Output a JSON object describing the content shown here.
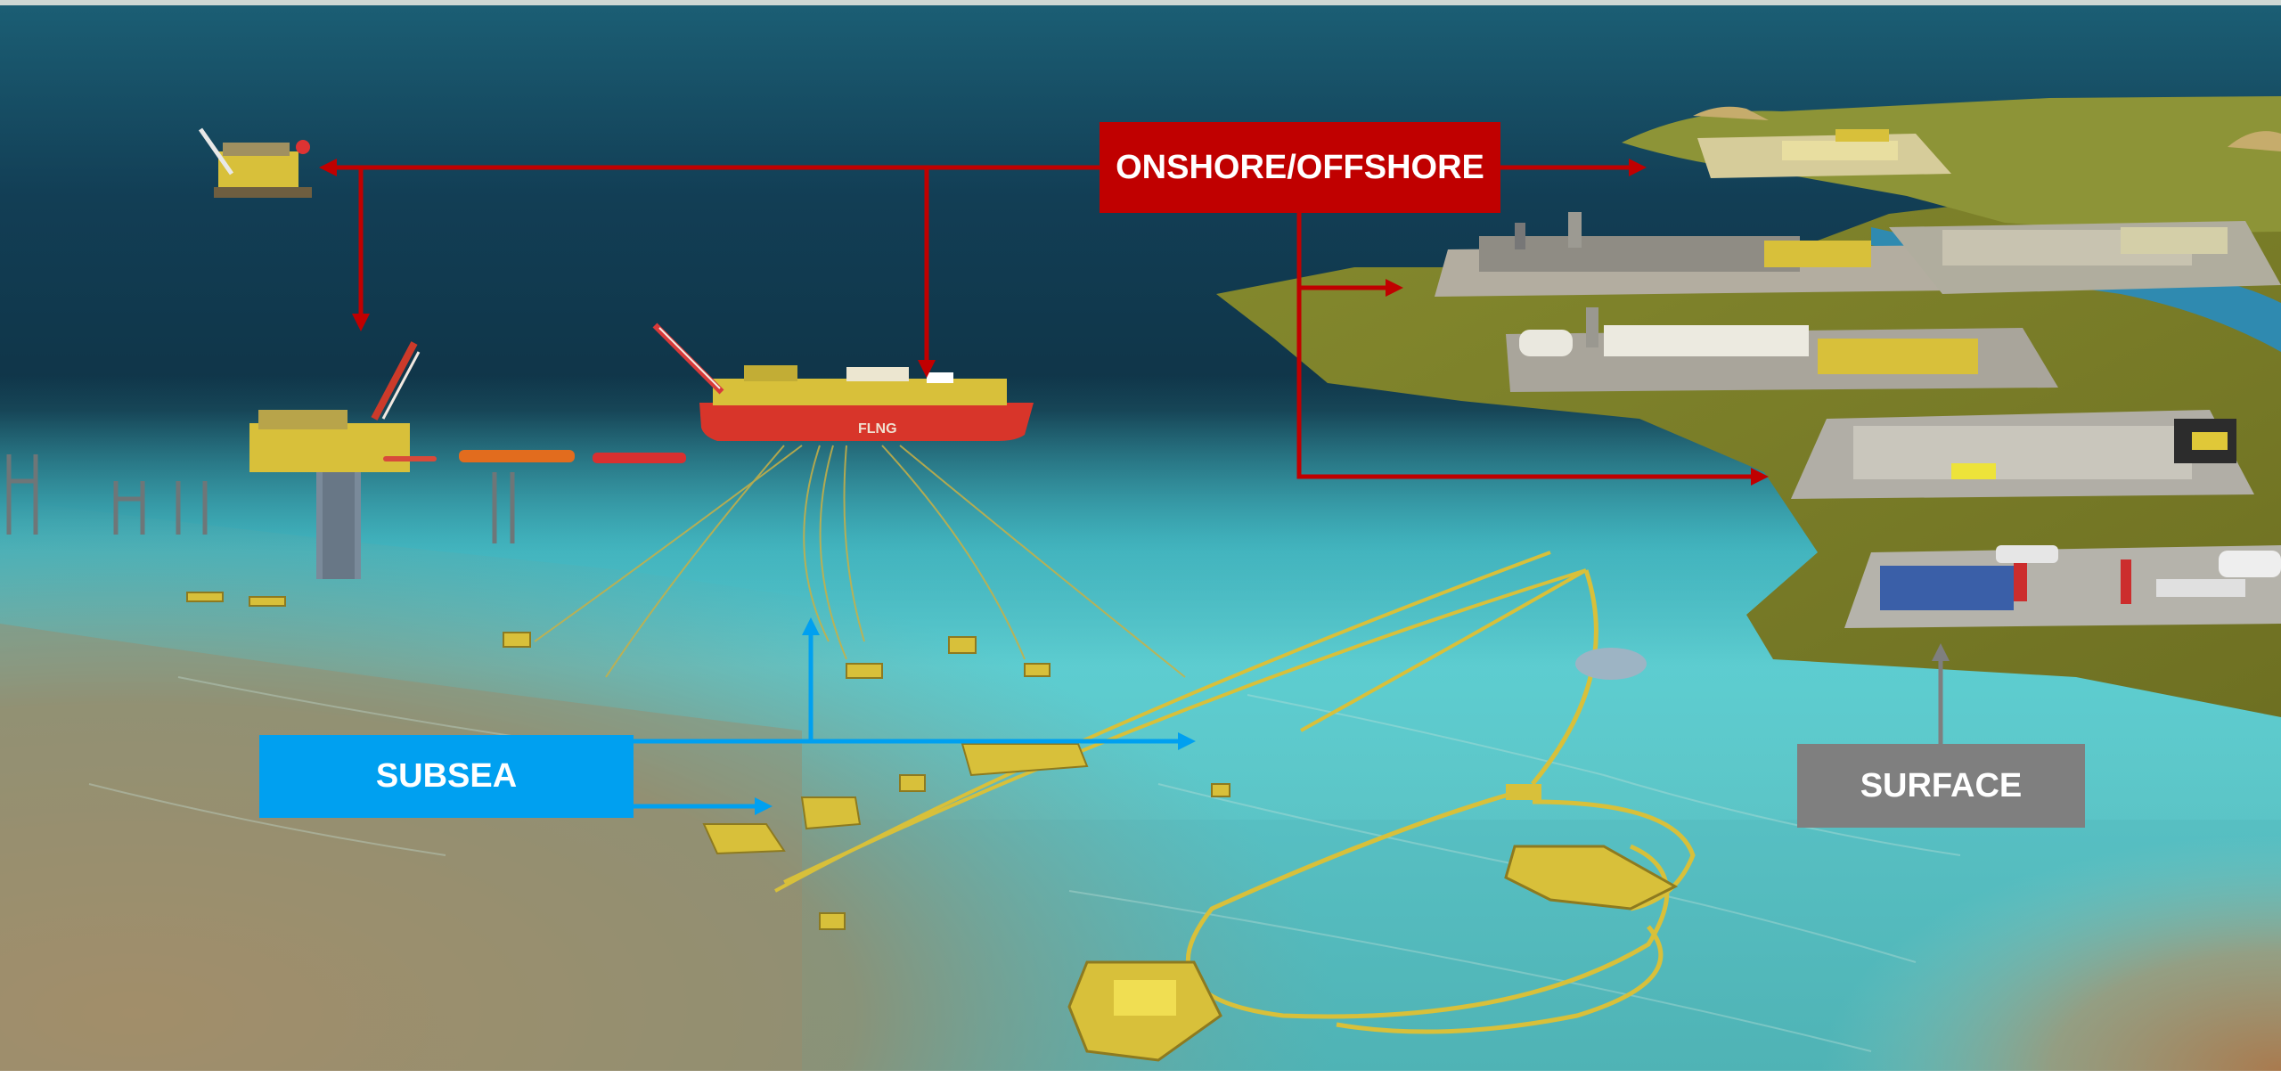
{
  "labels": {
    "onshore_offshore": "ONSHORE/OFFSHORE",
    "subsea": "SUBSEA",
    "surface": "SURFACE",
    "vessel_name": "FLNG"
  },
  "colors": {
    "onshore_offshore": "#c00000",
    "subsea": "#00a0f0",
    "surface": "#7f7f7f",
    "ocean_surface": "#123e55",
    "ocean_shallow": "#5cc7cb",
    "seabed": "#9a8a68",
    "land": "#7a7b2a",
    "equipment": "#d8c03a",
    "vessel": "#d8352a"
  },
  "icons": [
    "fixed-platform-icon",
    "jackup-rig-icon",
    "flng-vessel-icon",
    "lng-carrier-icon",
    "subsea-manifold-icon",
    "subsea-template-icon",
    "pipeline-icon",
    "riser-icon",
    "processing-plant-icon",
    "wellpad-icon",
    "storage-tank-icon"
  ]
}
